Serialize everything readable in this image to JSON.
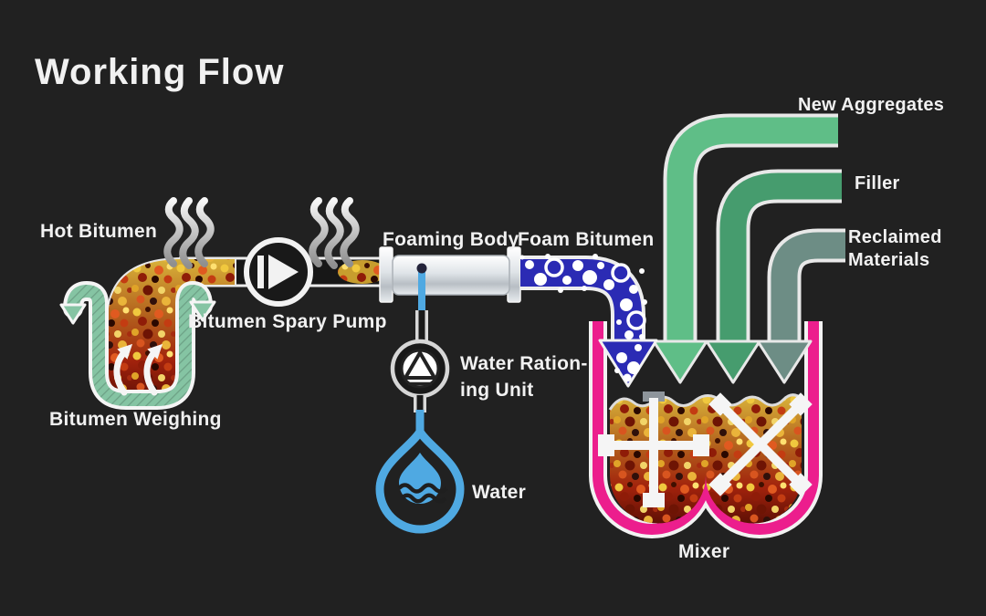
{
  "title": "Working Flow",
  "colors": {
    "background": "#212121",
    "label_text": "#f1f1f1",
    "container_green": "#85c4a3",
    "arrow_new_aggregates": "#5fbe87",
    "arrow_filler": "#469c6e",
    "arrow_reclaimed_materials": "#6d8d85",
    "foam_blue": "#2b2bb4",
    "water_blue": "#4fa9e2",
    "mixer_pink": "#ec1e8d",
    "bitumen_gold": "#d9b33a",
    "bitumen_red": "#9c1f0f",
    "pipe_dark": "#171717",
    "metal_light": "#e9edf0"
  },
  "icons": {
    "steam": "three-wavy-heat-lines",
    "bitumen_pump": "circle-with-right-triangle",
    "water_pump": "circle-with-up-triangle",
    "water_drop": "teardrop-with-waves",
    "weighing_arrows": "two-curved-up-arrows",
    "mixer_paddle_left": "plus-cross-paddle",
    "mixer_paddle_right": "x-cross-paddle",
    "foam_stream": "bubbly-arrow-down",
    "feed_arrows": "curved-arrows-down"
  },
  "diagram": {
    "labels": {
      "hot_bitumen": "Hot Bitumen",
      "bitumen_weighing": "Bitumen Weighing",
      "bitumen_spray_pump": "Bitumen Spary Pump",
      "foaming_body": "Foaming Body",
      "foam_bitumen": "Foam Bitumen",
      "water_rationing_line1": "Water Ration-",
      "water_rationing_line2": "ing Unit",
      "water": "Water",
      "new_aggregates": "New Aggregates",
      "filler": "Filler",
      "reclaimed_line1": "Reclaimed",
      "reclaimed_line2": "Materials",
      "mixer": "Mixer"
    }
  }
}
